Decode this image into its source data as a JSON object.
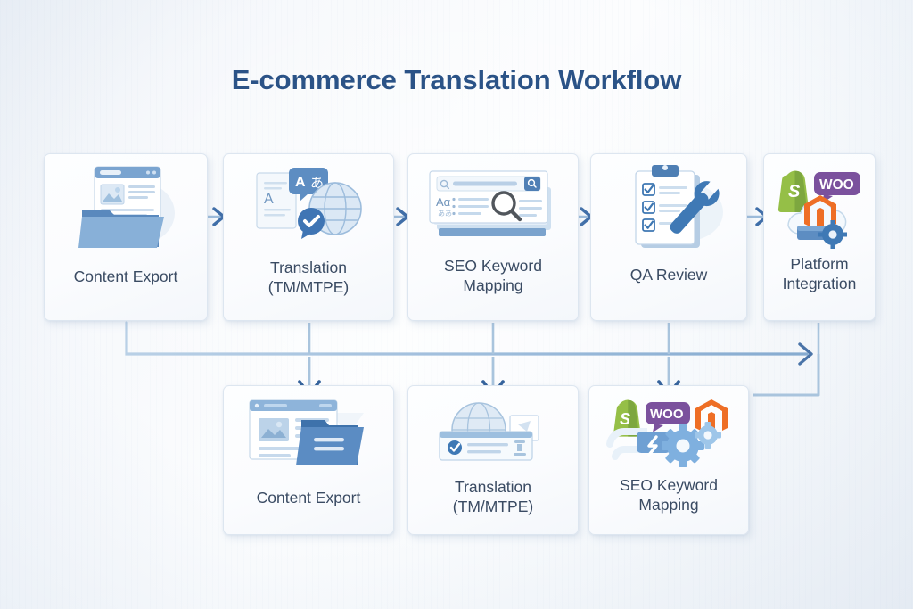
{
  "page": {
    "title": "E-commerce Translation Workflow",
    "background_color": "#f4f7fb",
    "title_color": "#2b5387",
    "label_color": "#3a4b63",
    "card_background": "#fbfcfe",
    "card_border_color": "#dde6f0",
    "connector_color": "#8fb4d6",
    "arrow_color": "#3f6ea8"
  },
  "flow": {
    "top_row": [
      {
        "id": "content-export",
        "label_line1": "Content Export",
        "label_line2": "",
        "icon": "document-in-folder-icon",
        "icon_parts": [
          "browser-window-icon",
          "document-page-icon",
          "folder-icon"
        ]
      },
      {
        "id": "translation",
        "label_line1": "Translation",
        "label_line2": "(TM/MTPE)",
        "icon": "language-globe-icon",
        "icon_parts": [
          "document-page-icon",
          "language-bubble-icon",
          "globe-icon",
          "check-bubble-icon"
        ],
        "icon_text": [
          "A",
          "あ",
          "A"
        ]
      },
      {
        "id": "seo-keyword-mapping",
        "label_line1": "SEO Keyword",
        "label_line2": "Mapping",
        "icon": "search-keyword-icon",
        "icon_parts": [
          "search-bar-icon",
          "magnifier-icon",
          "text-lines-icon"
        ],
        "icon_text": [
          "Aα"
        ]
      },
      {
        "id": "qa-review",
        "label_line1": "QA Review",
        "label_line2": "",
        "icon": "clipboard-wrench-icon",
        "icon_parts": [
          "clipboard-checklist-icon",
          "wrench-icon"
        ],
        "checkbox_count": 3
      },
      {
        "id": "platform-integration",
        "label_line1": "Platform",
        "label_line2": "Integration",
        "icon": "platform-cloud-icon",
        "icon_parts": [
          "shopify-icon",
          "woocommerce-icon",
          "magento-icon",
          "cloud-icon",
          "server-gear-icon"
        ],
        "icon_text": [
          "WOO"
        ]
      }
    ],
    "bottom_row": [
      {
        "id": "content-export-2",
        "label_line1": "Content Export",
        "label_line2": "",
        "icon": "browser-folder-icon",
        "icon_parts": [
          "browser-window-icon",
          "image-placeholder-icon",
          "folder-icon"
        ]
      },
      {
        "id": "translation-2",
        "label_line1": "Translation",
        "label_line2": "(TM/MTPE)",
        "icon": "globe-document-icon",
        "icon_parts": [
          "globe-icon",
          "document-card-icon",
          "check-circle-icon",
          "tag-icon"
        ]
      },
      {
        "id": "seo-keyword-mapping-2",
        "label_line1": "SEO Keyword",
        "label_line2": "Mapping",
        "icon": "platform-gears-icon",
        "icon_parts": [
          "shopify-icon",
          "woocommerce-icon",
          "magento-icon",
          "plug-icon",
          "gear-icon"
        ],
        "icon_text": [
          "WOO"
        ]
      }
    ],
    "connectors": {
      "top_arrows": 4,
      "down_arrows": 3,
      "bus_arrow": "right-arrow-end"
    }
  }
}
